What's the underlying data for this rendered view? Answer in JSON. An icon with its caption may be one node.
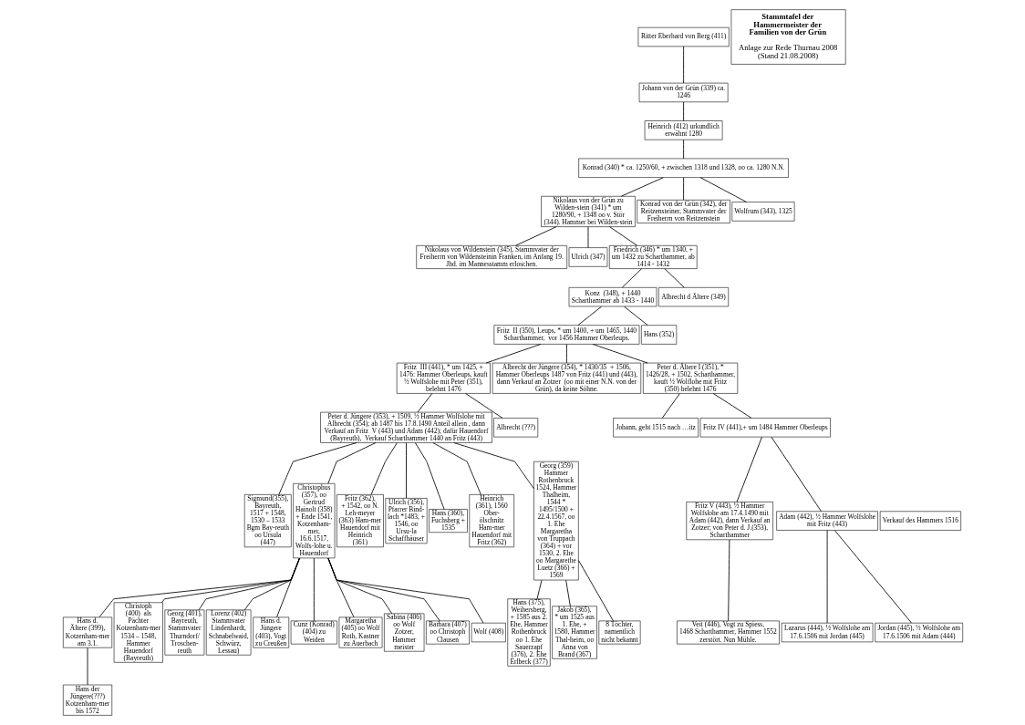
{
  "diagram": {
    "nodes": [
      {
        "text": [
          "Ritter Eberhard von Berg (411)"
        ]
      },
      {
        "text": [
          "Johann von der Grün (339) ca. 1246"
        ]
      },
      {
        "text": [
          "Heinrich (412) urkundlich erwähnt 1280"
        ]
      },
      {
        "text": [
          "Konrad (340) * ca. 1250/60, + zwischen 1318 und 1328, oo ca. 1280 N.N."
        ]
      },
      {
        "text": [
          "Nikolaus von der Grün zu Wilden-stein (341) * um 1280/90, + 1348 oo v. Stör (344). Hammer bei Wilden-stein"
        ]
      },
      {
        "text": [
          "Konrad von der Grün (342), der Reitzensteiner, Stammvater der Freiherrn von Reitzenstein"
        ]
      },
      {
        "text": [
          "Wolfrum (343), 1325"
        ]
      },
      {
        "text": [
          "Nikolaus von Wildenstein (345), Stammvater der Freiherrn von Wildensteinin Franken, im Anfang 19. Jhd. im Mannesstamm erloschen."
        ]
      },
      {
        "text": [
          "Ulrich (347)"
        ]
      },
      {
        "text": [
          "Friedrich (346) * um 1340, +  um 1432 zu Scharthammer, ab 1414 - 1432"
        ]
      },
      {
        "text": [
          "Konz  (348), + 1440 Scharthammer ab 1433 - 1440"
        ]
      },
      {
        "text": [
          "Albrecht d Ältere (349)"
        ]
      },
      {
        "text": [
          "Fritz  II (350), Leups, * um 1400, + um 1465, 1440 Scharthammer,  vor 1456 Hammer Oberleups."
        ]
      },
      {
        "text": [
          "Hans (352)"
        ]
      },
      {
        "text": [
          "Fritz  III (441), * um 1425, + 1476: Hammer Oberleups, kauft ½ Wolfslohe mit Peter (351), belehnt 1476"
        ]
      },
      {
        "text": [
          "Albrecht der Jüngere (354), * 1430/35  + 1506, Hammer Oberleups 1487 von Fritz (441) und (443), dann Verkauf an Zotzer  (oo mit einer N.N. von der Grün), da keine Söhne."
        ]
      },
      {
        "text": [
          "Peter d. Ältere I (351), * 1426/28, + 1502, Scharthammer, kauft ½ Wolflohe mit Fritz (350) belehnt 1476"
        ]
      },
      {
        "text": [
          "Peter d. Jüngere (353), + 1509, ½ Hammer Wolfslohe mit Albrecht (354); ab 1487 bis 17.8.1490 Anteil allein , dann Verkauf an Fritz  V (443) und Adam (442); dafür Hauendorf (Bayreuth),  Verkauf Scharthammer 1440 an Fritz (443)"
        ]
      },
      {
        "text": [
          "Albrecht (???)"
        ]
      },
      {
        "text": [
          "Johann, geht 1515 nach …itz"
        ]
      },
      {
        "text": [
          "Fritz IV (441),+ um 1484 Hammer Oberleups"
        ]
      },
      {
        "text": [
          "Fritz V (443), ½ Hammer Wolfslohe am 17.4.1490 mit Adam (442), dann Verkauf an Zotzer; von Peter d. J.(353), Scharthammer"
        ]
      },
      {
        "text": [
          "Adam (442), ½ Hammer Wolfslohe mit Fritz (443)"
        ]
      },
      {
        "text": [
          "Veit (446), Vogt zu Spiess, 1468 Scharthammer, Hammer 1552 zerstört. Nun Mühle."
        ]
      },
      {
        "text": [
          "Lazarus (444), ½ Wolfslohe am 17.6.1506 mit Jordan (445)"
        ]
      },
      {
        "text": [
          "Jordan (445), ½ Wolfslohe am 17.6.1506 mit Adam (444)"
        ]
      },
      {
        "text": [
          "Verkauf des Hammers 1516"
        ]
      },
      {
        "text": [
          "Sigmund(355), Bayreuth,    1517 + 1548, 1530 – 1533 Bgm Bay-reuth oo Ursula (447)"
        ]
      },
      {
        "text": [
          "Christophus (357), oo Gertrud Hainolt (358) + Ende 1541, Kotzenham-mer, 16.6.1517, Wolfs-lohe u. Hauendorf"
        ]
      },
      {
        "text": [
          "Fritz (362), + 1542, oo N. Leh-meyer (363) Ham-mer Hauendorf mit Heinrich (361)"
        ]
      },
      {
        "text": [
          "Ulrich (356), Pfarrer Bind-lach *1483, + 1546, oo Ursu-la Schaffhäuser"
        ]
      },
      {
        "text": [
          "Hans (360), Fuchsberg + 1535"
        ]
      },
      {
        "text": [
          "Heinrich (361), 1560 Ober-ölschnitz Ham-mer Hauendorf mit Fritz (362)"
        ]
      },
      {
        "text": [
          "Georg (359) Hammer Rothenbruck 1524, Hammer Thalheim, 1544 * 1495/1500 + 22.4.1567, oo  1. Ehe Margaretha von Truppach (364) + vor 1530, 2. Ehe oo Margarethe Luetz (366) + 1569"
        ]
      },
      {
        "text": [
          "Hans d. Ältere (399), Kotzenham-mer am 3.1."
        ]
      },
      {
        "text": [
          "Christoph (400)  als Pächter Kotzenham-mer 1534 – 1548, Hammer Hauendorf (Bayreuth)"
        ]
      },
      {
        "text": [
          "Georg (401), Bayreuth, Stammvater Thurndorf/ Troschen-reuth"
        ]
      },
      {
        "text": [
          "Lorenz (402) Stammvater Lindenhardt, Schnabelwaid, Schwürz, Lessau)"
        ]
      },
      {
        "text": [
          "Hans d. Jüngere (403), Vogt zu Creußen"
        ]
      },
      {
        "text": [
          "Cunz (Konrad) (404) zu Weiden"
        ]
      },
      {
        "text": [
          "Margaretha (405) oo Wolf Roth, Kastner zu Auerbach"
        ]
      },
      {
        "text": [
          "Sabina (406) oo Wolf Zotzer, Hammer meister"
        ]
      },
      {
        "text": [
          "Barbara (407) oo Christoph Clausen"
        ]
      },
      {
        "text": [
          "Wolf (408)"
        ]
      },
      {
        "text": [
          "Hans der Jüngere(???) Kotzenham-mer bis 1572"
        ]
      },
      {
        "text": [
          "Hans (375), Weihersberg, + 1585 aus 2. Ehe, Hammer Rothenbruck oo 1. Ehe Sauerzapf (376), 2. Ehe Erlbeck (377)"
        ]
      },
      {
        "text": [
          "Jakob (365), * um 1525 aus 1. Ehe, + 1580, Hammer Thal-heim, oo Anna von Brand (367)"
        ]
      },
      {
        "text": [
          "8 Töchter, namentlich nicht bekannt"
        ]
      },
      {
        "text": [
          "Stammtafel der Hammermeister der Familien von der Grün",
          "Anlage zur Rede Thurnau 2008 (Stand 21.08.2008)"
        ]
      }
    ],
    "edges": [
      {
        "from": 0,
        "to": 1,
        "arrow": "none"
      },
      {
        "from": 1,
        "to": 2,
        "arrow": "none"
      },
      {
        "from": 2,
        "to": 3,
        "arrow": "none"
      },
      {
        "from": 3,
        "to": 4,
        "arrow": "none"
      },
      {
        "from": 3,
        "to": 5,
        "arrow": "none"
      },
      {
        "from": 3,
        "to": 6,
        "arrow": "none"
      },
      {
        "from": 4,
        "to": 7,
        "arrow": "none"
      },
      {
        "from": 4,
        "to": 8,
        "arrow": "none"
      },
      {
        "from": 4,
        "to": 9,
        "arrow": "none"
      },
      {
        "from": 9,
        "to": 10,
        "arrow": "none"
      },
      {
        "from": 9,
        "to": 11,
        "arrow": "none"
      },
      {
        "from": 10,
        "to": 12,
        "arrow": "none"
      },
      {
        "from": 10,
        "to": 13,
        "arrow": "none"
      },
      {
        "from": 12,
        "to": 14,
        "arrow": "none"
      },
      {
        "from": 12,
        "to": 15,
        "arrow": "none"
      },
      {
        "from": 12,
        "to": 16,
        "arrow": "none"
      },
      {
        "from": 14,
        "to": 17,
        "arrow": "none"
      },
      {
        "from": 14,
        "to": 18,
        "arrow": "none"
      },
      {
        "from": 16,
        "to": 19,
        "arrow": "none"
      },
      {
        "from": 16,
        "to": 20,
        "arrow": "none"
      },
      {
        "from": 20,
        "to": 21,
        "arrow": "none"
      },
      {
        "from": 20,
        "to": 22,
        "arrow": "none"
      },
      {
        "from": 21,
        "to": 23,
        "arrow": "none"
      },
      {
        "from": 22,
        "to": 24,
        "arrow": "none"
      },
      {
        "from": 22,
        "to": 25,
        "arrow": "none"
      },
      {
        "from": 17,
        "to": 27,
        "arrow": "none"
      },
      {
        "from": 17,
        "to": 28,
        "arrow": "none"
      },
      {
        "from": 17,
        "to": 29,
        "arrow": "none"
      },
      {
        "from": 17,
        "to": 30,
        "arrow": "none"
      },
      {
        "from": 17,
        "to": 31,
        "arrow": "none"
      },
      {
        "from": 17,
        "to": 32,
        "arrow": "none"
      },
      {
        "from": 17,
        "to": 33,
        "arrow": "none"
      },
      {
        "from": 28,
        "to": 34,
        "arrow": "none"
      },
      {
        "from": 28,
        "to": 35,
        "arrow": "none"
      },
      {
        "from": 28,
        "to": 36,
        "arrow": "none"
      },
      {
        "from": 28,
        "to": 37,
        "arrow": "none"
      },
      {
        "from": 28,
        "to": 38,
        "arrow": "none"
      },
      {
        "from": 28,
        "to": 39,
        "arrow": "none"
      },
      {
        "from": 28,
        "to": 40,
        "arrow": "none"
      },
      {
        "from": 28,
        "to": 41,
        "arrow": "none"
      },
      {
        "from": 28,
        "to": 42,
        "arrow": "none"
      },
      {
        "from": 28,
        "to": 43,
        "arrow": "none"
      },
      {
        "from": 34,
        "to": 44,
        "arrow": "none"
      },
      {
        "from": 33,
        "to": 45,
        "arrow": "none"
      },
      {
        "from": 33,
        "to": 46,
        "arrow": "none"
      },
      {
        "from": 33,
        "to": 47,
        "arrow": "none"
      }
    ]
  }
}
